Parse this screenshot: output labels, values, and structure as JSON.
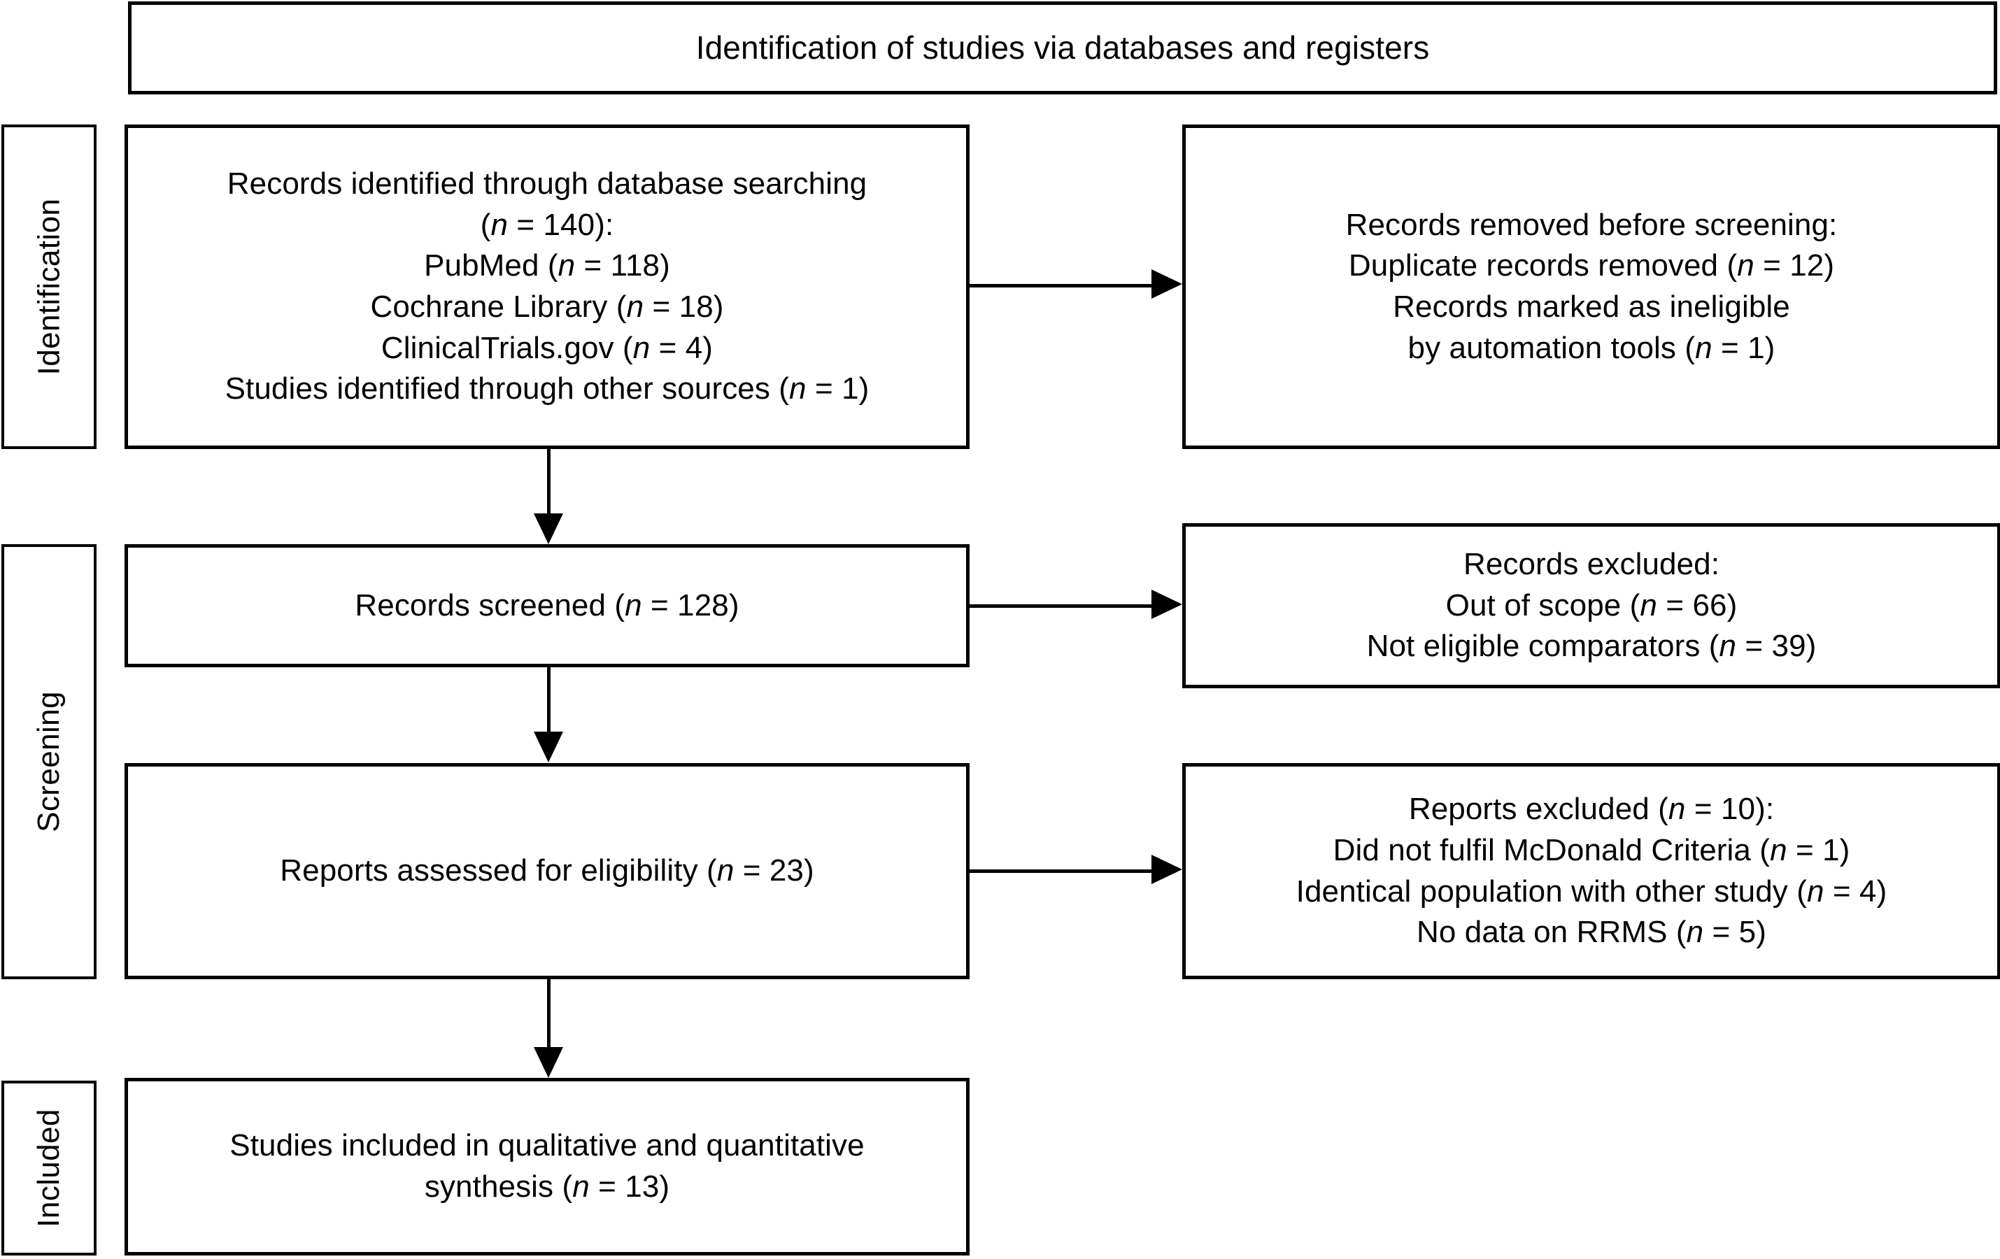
{
  "diagram": {
    "type": "prisma-flow-diagram",
    "header": {
      "title": "Identification of studies via databases and registers"
    },
    "phases": [
      {
        "id": "identification",
        "label": "Identification"
      },
      {
        "id": "screening",
        "label": "Screening"
      },
      {
        "id": "included",
        "label": "Included"
      }
    ],
    "boxes": {
      "records_identified": {
        "phase": "identification",
        "column": "left",
        "text": "Records identified through database searching\n(n = 140):\nPubMed (n = 118)\nCochrane Library (n = 18)\nClinicalTrials.gov (n = 4)\nStudies identified through other sources (n = 1)"
      },
      "records_removed": {
        "phase": "identification",
        "column": "right",
        "text": "Records removed before screening:\nDuplicate records removed (n = 12)\nRecords marked as ineligible\nby automation tools (n = 1)"
      },
      "records_screened": {
        "phase": "screening",
        "column": "left",
        "text": "Records screened (n = 128)"
      },
      "records_excluded": {
        "phase": "screening",
        "column": "right",
        "text": "Records excluded:\nOut of scope (n = 66)\nNot eligible comparators (n = 39)"
      },
      "reports_assessed": {
        "phase": "screening",
        "column": "left",
        "text": "Reports assessed for eligibility (n = 23)"
      },
      "reports_excluded": {
        "phase": "screening",
        "column": "right",
        "text": "Reports excluded (n = 10):\nDid not fulfil McDonald Criteria (n = 1)\nIdentical population with other study (n = 4)\nNo data on RRMS (n = 5)"
      },
      "studies_included": {
        "phase": "included",
        "column": "left",
        "text": "Studies included in qualitative and quantitative\nsynthesis (n = 13)"
      }
    },
    "counts": {
      "identified_total": 140,
      "pubmed": 118,
      "cochrane_library": 18,
      "clinicaltrials_gov": 4,
      "other_sources": 1,
      "duplicates_removed": 12,
      "ineligible_by_automation": 1,
      "screened": 128,
      "excluded_out_of_scope": 66,
      "excluded_not_eligible_comparators": 39,
      "assessed_for_eligibility": 23,
      "reports_excluded_total": 10,
      "excluded_mcdonald": 1,
      "excluded_identical_population": 4,
      "excluded_no_rrms_data": 5,
      "included_studies": 13
    },
    "flows": [
      {
        "from": "records_identified",
        "to": "records_removed",
        "direction": "right"
      },
      {
        "from": "records_identified",
        "to": "records_screened",
        "direction": "down"
      },
      {
        "from": "records_screened",
        "to": "records_excluded",
        "direction": "right"
      },
      {
        "from": "records_screened",
        "to": "reports_assessed",
        "direction": "down"
      },
      {
        "from": "reports_assessed",
        "to": "reports_excluded",
        "direction": "right"
      },
      {
        "from": "reports_assessed",
        "to": "studies_included",
        "direction": "down"
      }
    ],
    "colors": {
      "stroke": "#000000",
      "background": "#ffffff",
      "text": "#000000"
    }
  }
}
